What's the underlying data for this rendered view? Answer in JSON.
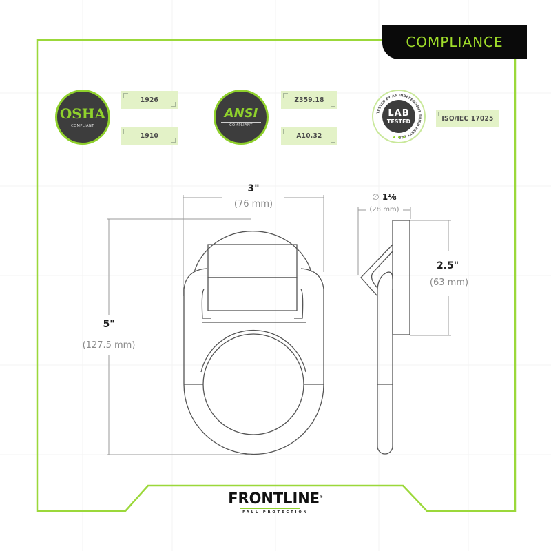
{
  "header": {
    "title": "COMPLIANCE",
    "accent_color": "#9fdc2a",
    "tab_color": "#0a0a0a"
  },
  "certifications": [
    {
      "badge": {
        "icon": "osha-badge-icon",
        "name": "OSHA",
        "subtitle": "COMPLIANT"
      },
      "standards": [
        "1926",
        "1910"
      ]
    },
    {
      "badge": {
        "icon": "ansi-badge-icon",
        "name": "ANSI",
        "subtitle": "COMPLIANT"
      },
      "standards": [
        "Z359.18",
        "A10.32"
      ]
    },
    {
      "badge": {
        "icon": "lab-tested-badge-icon",
        "line1": "LAB",
        "line2": "TESTED",
        "ring_text": "TESTED BY AN INDEPENDENT THIRD PARTY LAB"
      },
      "standards": [
        "ISO/IEC 17025"
      ]
    }
  ],
  "dimensions": {
    "width": {
      "imperial": "3\"",
      "metric": "(76 mm)"
    },
    "height": {
      "imperial": "5\"",
      "metric": "(127.5 mm)"
    },
    "diameter": {
      "symbol": "∅",
      "imperial": "1⅛",
      "metric": "(28 mm)"
    },
    "plate_height": {
      "imperial": "2.5\"",
      "metric": "(63 mm)"
    }
  },
  "brand": {
    "name": "FRONTLINE",
    "tagline": "FALL PROTECTION",
    "registered": "®"
  },
  "colors": {
    "frame_green": "#9bd83a",
    "badge_dark": "#3d3d3d",
    "tag_bg": "#e3f2c7",
    "line_dark": "#555555",
    "dim_line": "#9a9a9a"
  }
}
